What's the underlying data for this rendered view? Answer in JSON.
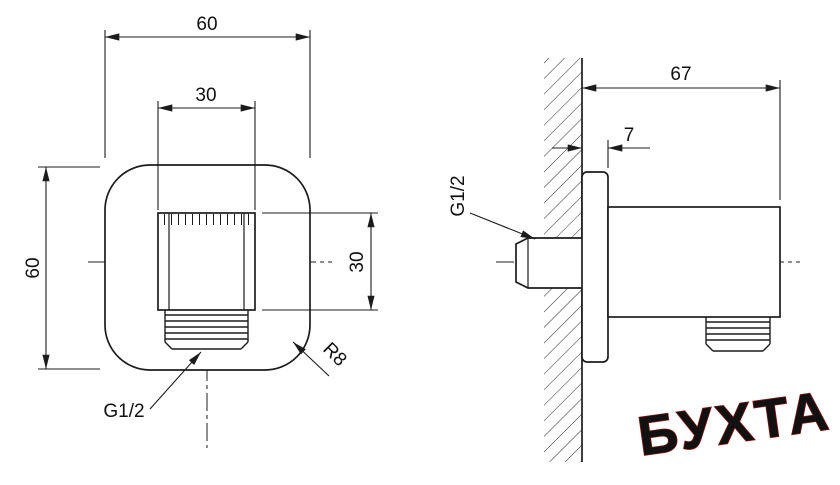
{
  "drawing": {
    "front_view": {
      "dim_width": "60",
      "dim_boss_width": "30",
      "dim_height": "60",
      "dim_boss_height": "30",
      "corner_radius_label": "R8",
      "thread_label": "G1/2"
    },
    "side_view": {
      "dim_projection": "67",
      "dim_flange_thickness": "7",
      "thread_label": "G1/2"
    }
  },
  "watermark": {
    "text": "БУХТА",
    "color": "#e2251b"
  },
  "colors": {
    "line": "#1c1c1c",
    "background": "#ffffff"
  }
}
